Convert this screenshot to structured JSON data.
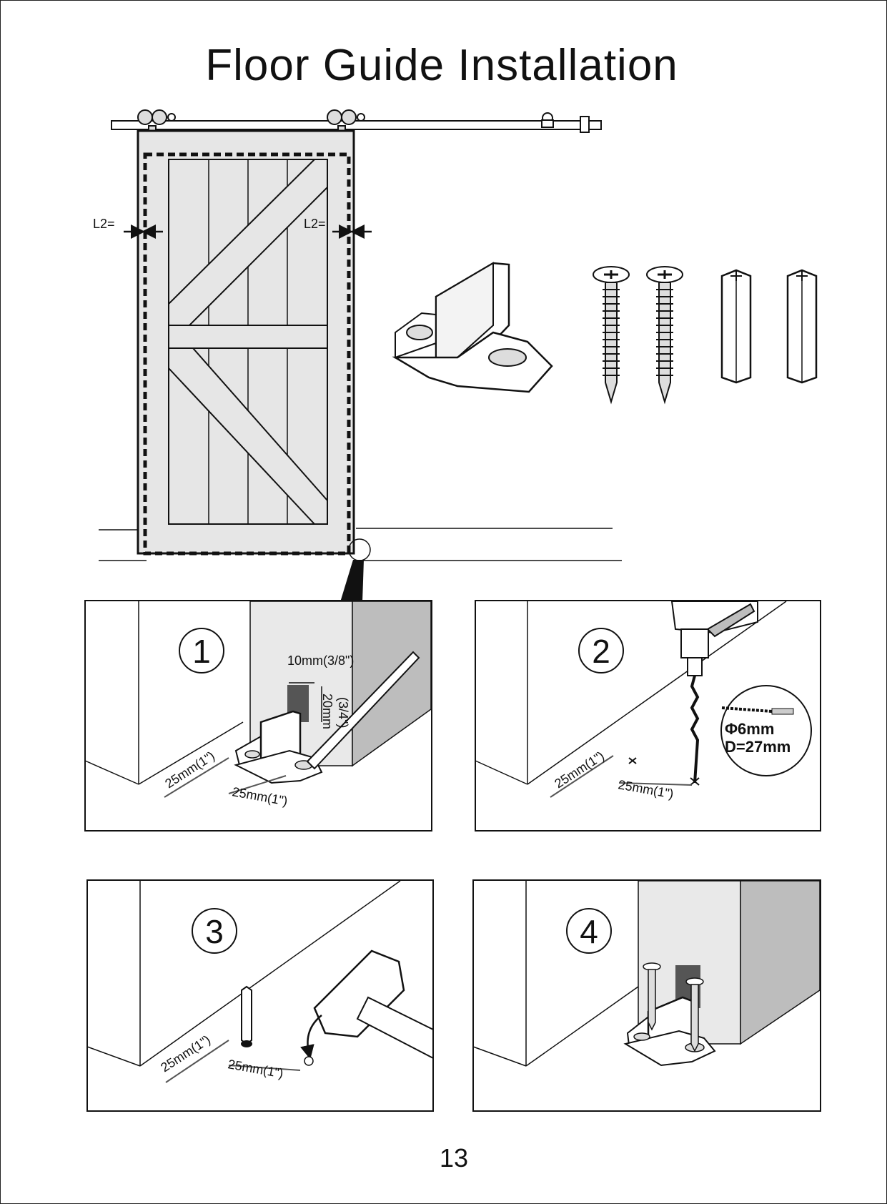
{
  "page_title": "Floor Guide Installation",
  "page_number": "13",
  "door_diagram": {
    "l2_left_label": "L2=",
    "l2_right_label": "L2="
  },
  "steps": [
    {
      "number": "1",
      "dim_side": "25mm(1\")",
      "dim_front": "25mm(1\")",
      "dim_width": "10mm(3/8\")",
      "dim_height": "20mm",
      "dim_height_inch": "(3/4\")"
    },
    {
      "number": "2",
      "dim_side": "25mm(1\")",
      "dim_front": "25mm(1\")",
      "drill_diameter": "Φ6mm",
      "drill_depth": "D=27mm"
    },
    {
      "number": "3",
      "dim_side": "25mm(1\")",
      "dim_front": "25mm(1\")"
    },
    {
      "number": "4"
    }
  ],
  "colors": {
    "door_fill": "#e6e6e6",
    "wall_fill": "#e9e9e9",
    "shade": "#bdbdbd",
    "line": "#111111"
  }
}
